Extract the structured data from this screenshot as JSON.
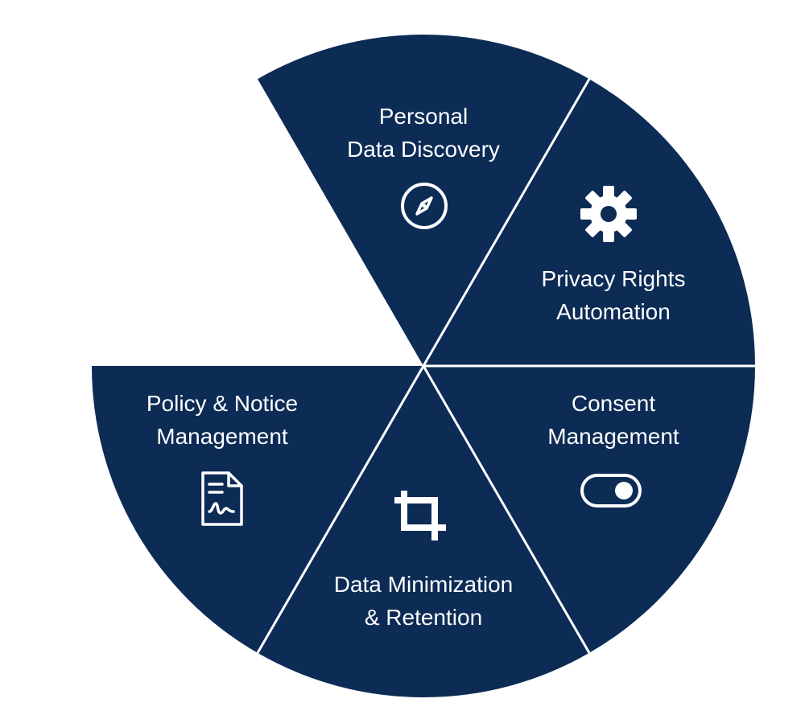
{
  "colors": {
    "segment_fill": "#0c2b55",
    "divider": "#ffffff",
    "text": "#ffffff",
    "background": "#ffffff"
  },
  "segments": [
    {
      "id": "personal-data-discovery",
      "lines": [
        "Personal",
        "Data Discovery"
      ],
      "icon": "compass-icon"
    },
    {
      "id": "privacy-rights-automation",
      "lines": [
        "Privacy Rights",
        "Automation"
      ],
      "icon": "gear-icon"
    },
    {
      "id": "consent-management",
      "lines": [
        "Consent",
        "Management"
      ],
      "icon": "toggle-icon"
    },
    {
      "id": "data-minimization-retention",
      "lines": [
        "Data Minimization",
        "& Retention"
      ],
      "icon": "crop-icon"
    },
    {
      "id": "policy-notice-management",
      "lines": [
        "Policy & Notice",
        "Management"
      ],
      "icon": "signed-document-icon"
    }
  ]
}
